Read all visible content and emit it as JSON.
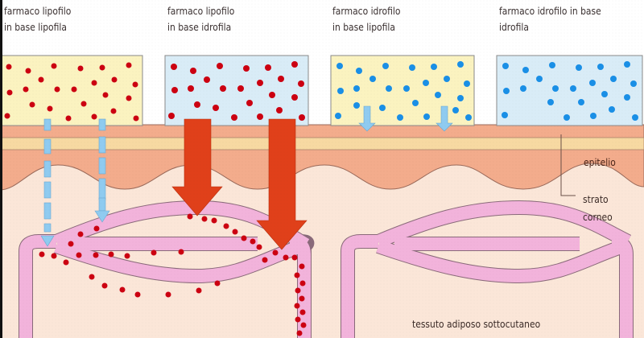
{
  "colors": {
    "lipophilic_base": "#fbf4c2",
    "hydrophilic_base": "#d9ecf8",
    "lipophilic_drug_dot": "#cc0011",
    "hydrophilic_drug_dot": "#1a8fe6",
    "epithelium": "#f2a98a",
    "stratum_corneum_band": "#f6d8a0",
    "dermis": "#fbe3d6",
    "vessel": "#f0b0d8",
    "large_arrow": "#e0401a",
    "small_arrow": "#8fcbf0"
  },
  "formulations": [
    {
      "label_line1": "farmaco lipofilo",
      "label_line2": "in base lipofila",
      "base": "lipofila",
      "drug": "lipofilo",
      "penetration": "dashed small arrows into deep tissue"
    },
    {
      "label_line1": "farmaco lipofilo",
      "label_line2": "in base idrofila",
      "base": "idrofila",
      "drug": "lipofilo",
      "penetration": "large arrows into capillaries"
    },
    {
      "label_line1": "farmaco idrofilo",
      "label_line2": "in base lipofila",
      "base": "lipofila",
      "drug": "idrofilo",
      "penetration": "short arrows, stops at stratum corneum"
    },
    {
      "label_line1": "farmaco idrofilo in base",
      "label_line2": "idrofila",
      "base": "idrofila",
      "drug": "idrofilo",
      "penetration": "none"
    }
  ],
  "layers": {
    "epithelium_label": "epitelio",
    "stratum_corneum_label_line1": "strato",
    "stratum_corneum_label_line2": "corneo",
    "subcutaneous_label": "tessuto adiposo sottocutaneo"
  }
}
